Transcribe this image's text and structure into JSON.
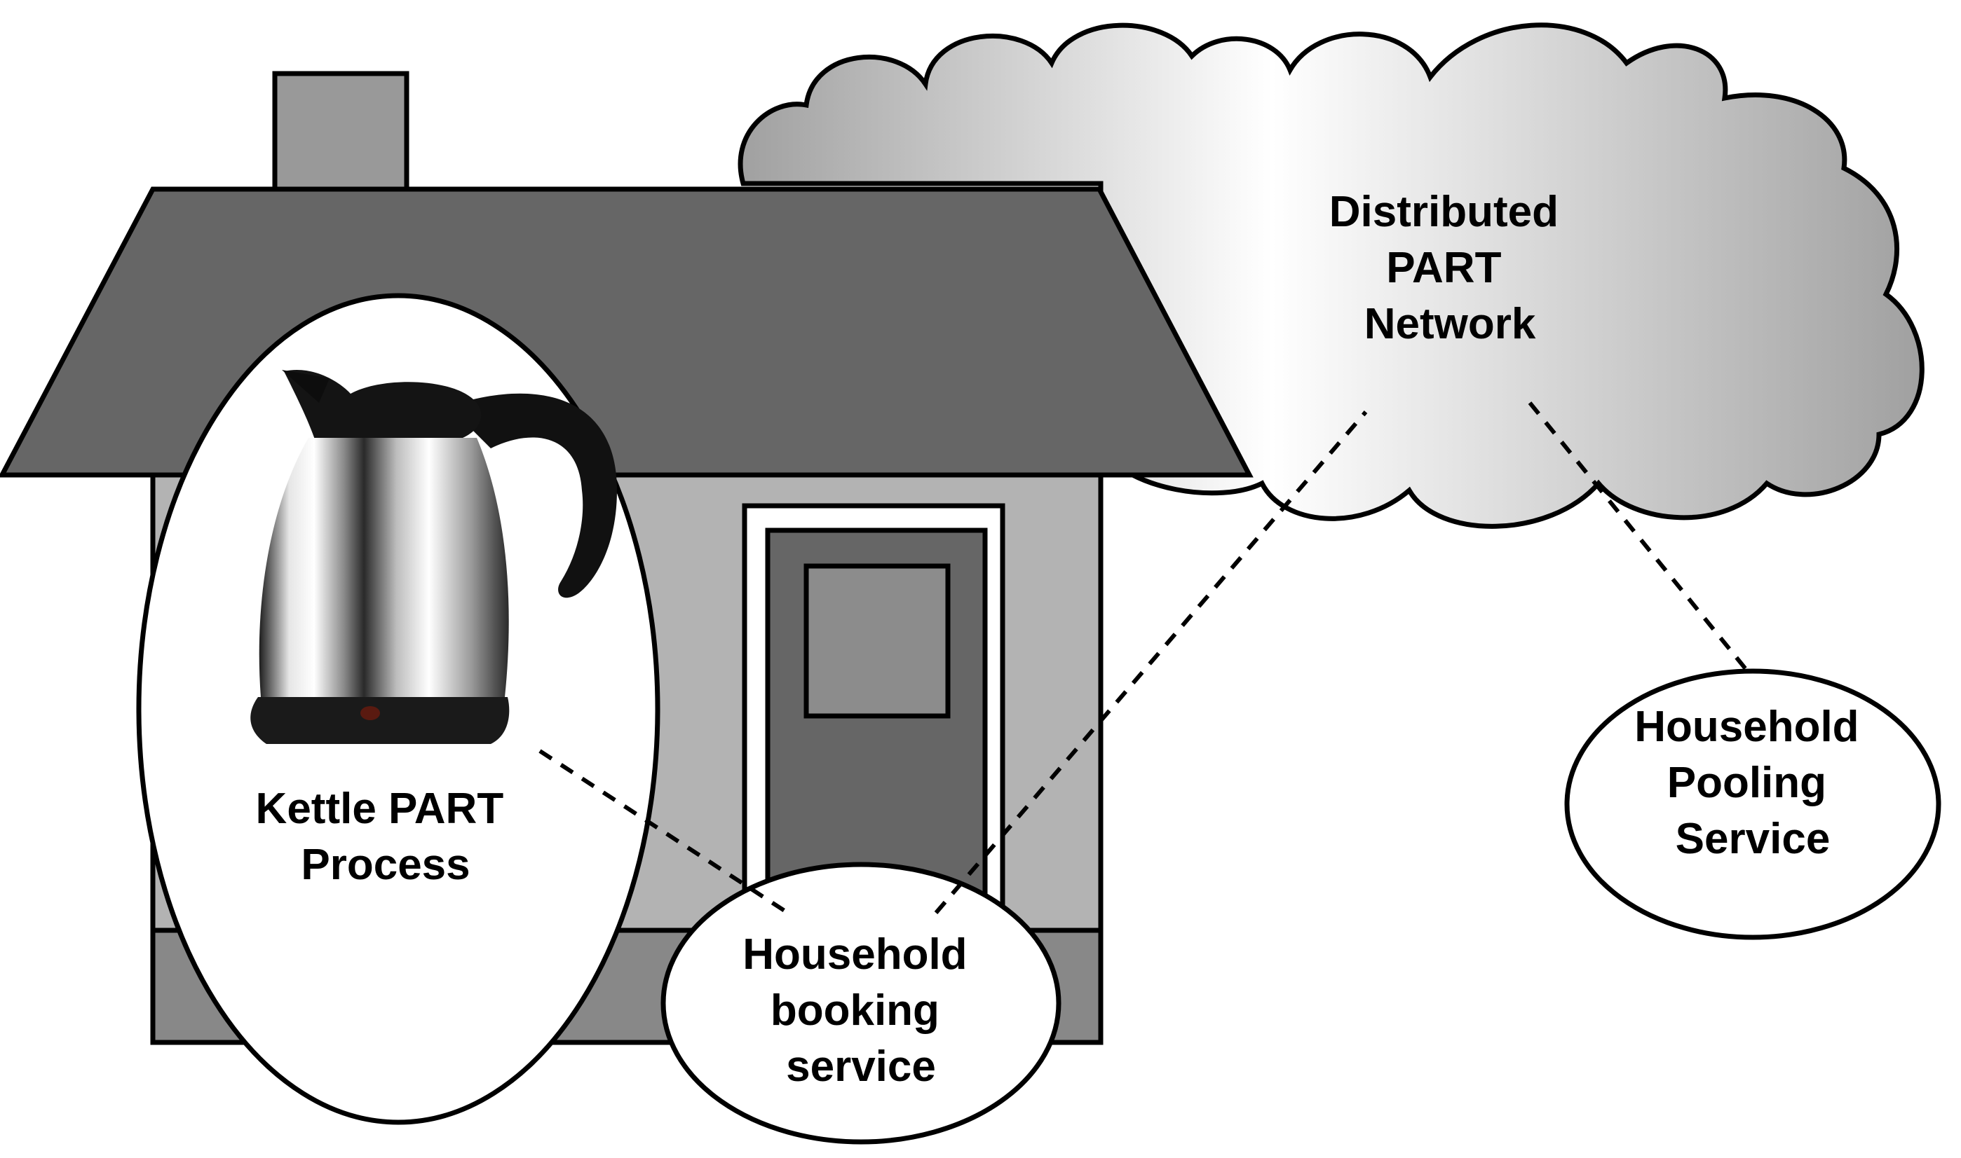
{
  "labels": {
    "cloud": [
      "Distributed",
      "PART",
      "Network"
    ],
    "kettle": [
      "Kettle PART",
      "Process"
    ],
    "booking": [
      "Household",
      "booking",
      "service"
    ],
    "pooling": [
      "Household",
      "Pooling",
      "Service"
    ]
  },
  "colors": {
    "roof": "#666666",
    "wall": "#b3b3b3",
    "base": "#888888",
    "chimney": "#999999",
    "door": "#666666",
    "door_window": "#8c8c8c",
    "cloud_light": "#ffffff",
    "cloud_dark": "#a0a0a0",
    "outline": "#000000"
  },
  "icons": {
    "kettle": "kettle-icon"
  }
}
